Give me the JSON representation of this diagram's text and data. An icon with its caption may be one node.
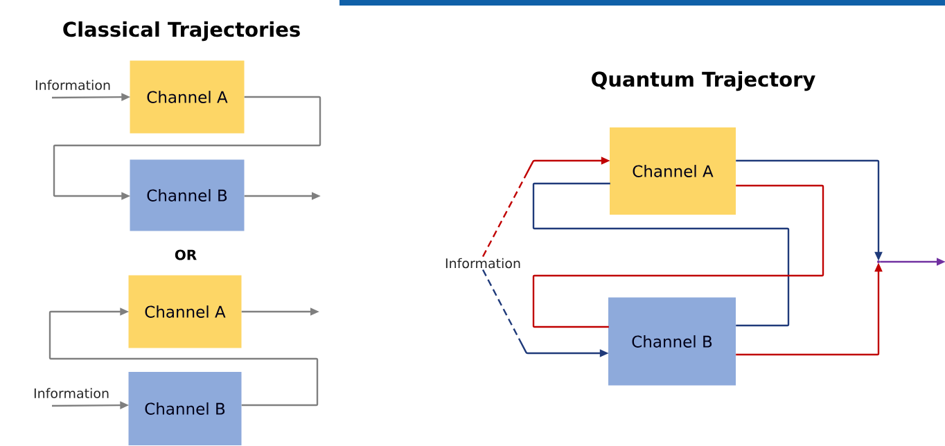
{
  "diagram": {
    "nodes": [
      {
        "text": [
          "Information"
        ]
      },
      {
        "text": [
          "Channel A"
        ]
      },
      {
        "text": [
          "Channel B"
        ]
      },
      {
        "text": [
          "Channel A"
        ]
      },
      {
        "text": [
          "Information"
        ]
      },
      {
        "text": [
          "Channel B"
        ]
      },
      {
        "text": [
          "Information"
        ]
      },
      {
        "text": [
          "Channel A"
        ]
      },
      {
        "text": [
          "Channel B"
        ]
      },
      {
        "text": [],
        "shape": "circle"
      }
    ],
    "edges": [
      {
        "from": 0,
        "to": 1,
        "arrow": "to"
      },
      {
        "from": 1,
        "to": 2,
        "arrow": "to"
      },
      {
        "from": 2,
        "to": null,
        "arrow": "to"
      },
      {
        "from": 3,
        "to": null,
        "arrow": "to"
      },
      {
        "from": 5,
        "to": 3,
        "arrow": "to"
      },
      {
        "from": 4,
        "to": 5,
        "arrow": "to"
      },
      {
        "from": 6,
        "to": 7,
        "arrow": "to",
        "style": "dashed",
        "color": "#c00000"
      },
      {
        "from": 6,
        "to": 8,
        "arrow": "to",
        "style": "dashed",
        "color": "#1f3a7a"
      },
      {
        "from": 8,
        "to": 7,
        "arrow": "none",
        "color": "#1f3a7a"
      },
      {
        "from": 7,
        "to": 8,
        "arrow": "none",
        "color": "#c00000"
      },
      {
        "from": 7,
        "to": 9,
        "arrow": "to",
        "color": "#1f3a7a"
      },
      {
        "from": 8,
        "to": 9,
        "arrow": "to",
        "color": "#c00000"
      },
      {
        "from": 9,
        "to": null,
        "arrow": "to",
        "color": "#7030a0"
      }
    ],
    "labels": [
      "Classical Trajectories",
      "OR",
      "Quantum Trajectory"
    ]
  }
}
